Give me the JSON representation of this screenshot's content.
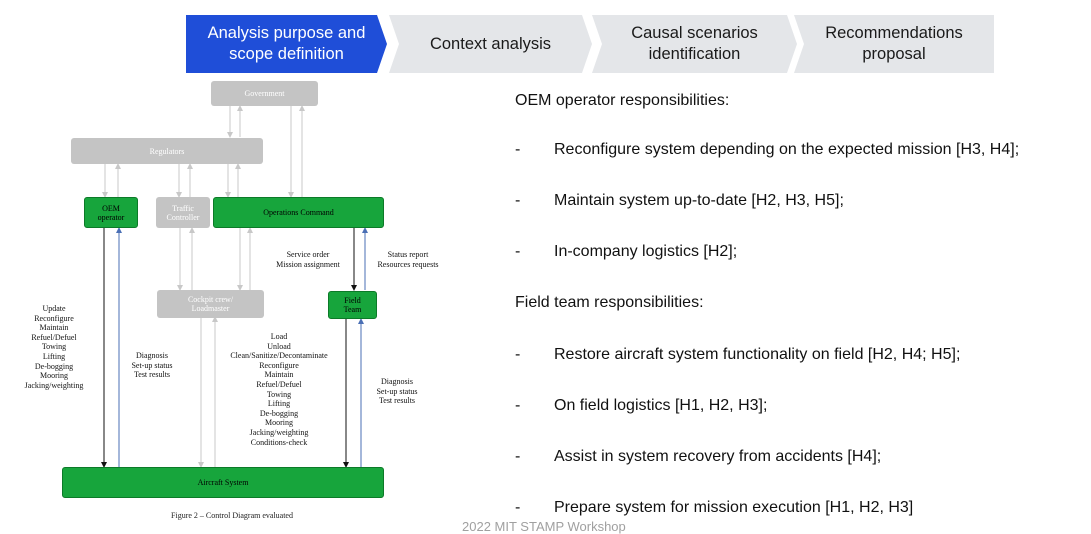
{
  "steps": [
    {
      "label": "Analysis purpose and\nscope definition",
      "active": true
    },
    {
      "label": "Context analysis",
      "active": false
    },
    {
      "label": "Causal scenarios\nidentification",
      "active": false
    },
    {
      "label": "Recommendations\nproposal",
      "active": false
    }
  ],
  "diagram": {
    "boxes": {
      "government": "Government",
      "regulators": "Regulators",
      "oem_operator": "OEM\noperator",
      "traffic_controller": "Traffic\nController",
      "operations_command": "Operations Command",
      "cockpit_crew": "Cockpit crew/\nLoadmaster",
      "field_team": "Field\nTeam",
      "aircraft_system": "Aircraft System"
    },
    "labels": {
      "oem_commands": "Update\nReconfigure\nMaintain\nRefuel/Defuel\nTowing\nLifting\nDe-bogging\nMooring\nJacking/weighting",
      "oem_feedback": "Diagnosis\nSet-up status\nTest results",
      "ops_to_field": "Service order\nMission assignment",
      "field_to_ops": "Status report\nResources requests",
      "crew_commands": "Load\nUnload\nClean/Sanitize/Decontaminate\nReconfigure\nMaintain\nRefuel/Defuel\nTowing\nLifting\nDe-bogging\nMooring\nJacking/weighting\nConditions-check",
      "field_feedback": "Diagnosis\nSet-up status\nTest results"
    },
    "caption": "Figure 2 – Control Diagram evaluated",
    "colors": {
      "active_box": "#17a53c",
      "inactive_box": "#c4c4c4",
      "arrow_dark": "#111111",
      "arrow_blue": "#4a6fb5",
      "arrow_grey": "#c8c8c8"
    }
  },
  "oem": {
    "heading": "OEM operator responsibilities:",
    "items": [
      "Reconfigure system depending on the expected mission [H3, H4];",
      "Maintain system up-to-date [H2, H3, H5];",
      "In-company logistics [H2];"
    ]
  },
  "field": {
    "heading": "Field team responsibilities:",
    "items": [
      "Restore aircraft system functionality on field [H2, H4; H5];",
      "On field logistics [H1, H2, H3];",
      "Assist in system recovery from accidents [H4];",
      "Prepare system for mission execution [H1, H2, H3]"
    ]
  },
  "bullet_char": "-",
  "footer": "2022 MIT STAMP Workshop",
  "colors": {
    "active_step": "#1f4ed8",
    "inactive_step": "#e4e6e9"
  }
}
